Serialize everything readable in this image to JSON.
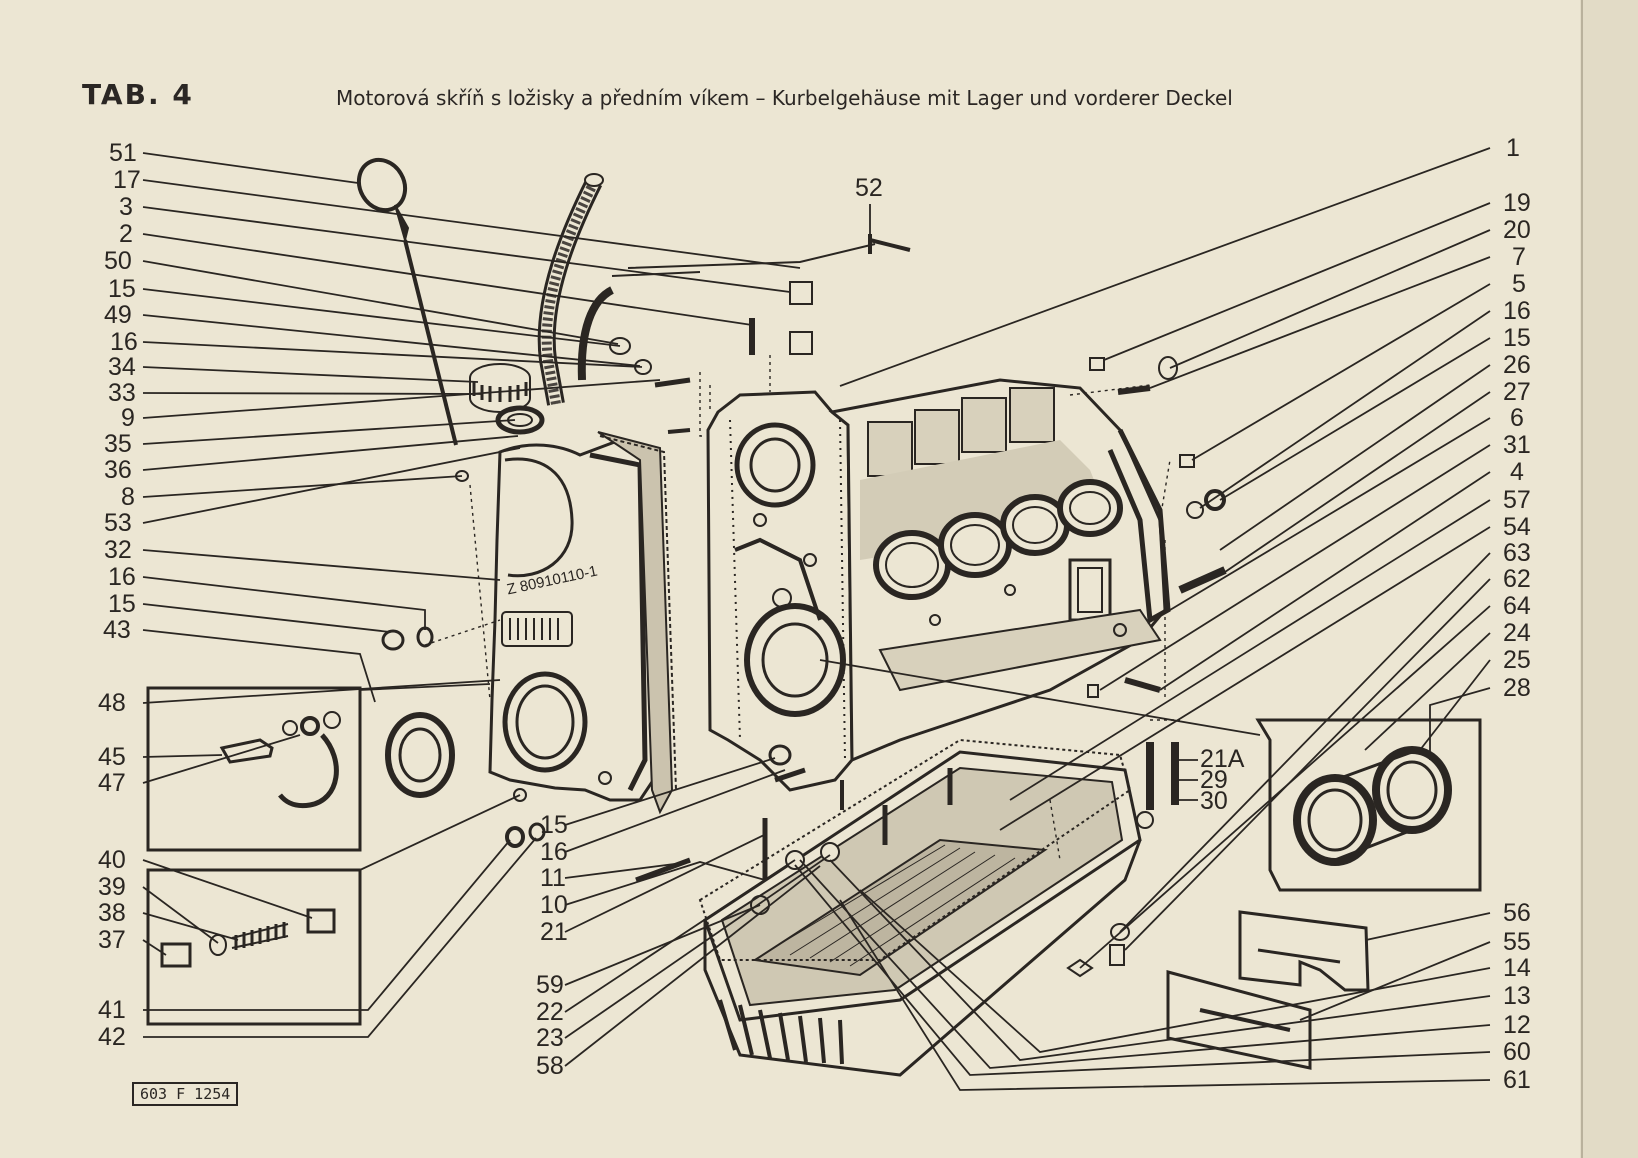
{
  "header": {
    "tab_label": "TAB. 4",
    "title": "Motorová skříň s ložisky a předním víkem – Kurbelgehäuse mit Lager und vorderer Deckel"
  },
  "footer": {
    "drawing_number": "603 F 1254"
  },
  "part_marking": "Z 80910110-1",
  "callouts": {
    "left": [
      "51",
      "17",
      "3",
      "2",
      "50",
      "15",
      "49",
      "16",
      "34",
      "33",
      "9",
      "35",
      "36",
      "8",
      "53",
      "32",
      "16",
      "15",
      "43",
      "48",
      "45",
      "47",
      "40",
      "39",
      "38",
      "37",
      "41",
      "42"
    ],
    "bottom": [
      "15",
      "16",
      "11",
      "10",
      "21",
      "59",
      "22",
      "23",
      "58"
    ],
    "top": [
      "52"
    ],
    "right": [
      "1",
      "19",
      "20",
      "7",
      "5",
      "16",
      "15",
      "26",
      "27",
      "6",
      "31",
      "4",
      "57",
      "54",
      "63",
      "62",
      "64",
      "24",
      "25",
      "28",
      "56",
      "55",
      "14",
      "13",
      "12",
      "60",
      "61"
    ],
    "middle": [
      "21A",
      "29",
      "30"
    ]
  },
  "colors": {
    "paper": "#ece6d3",
    "ink": "#2a2622"
  }
}
